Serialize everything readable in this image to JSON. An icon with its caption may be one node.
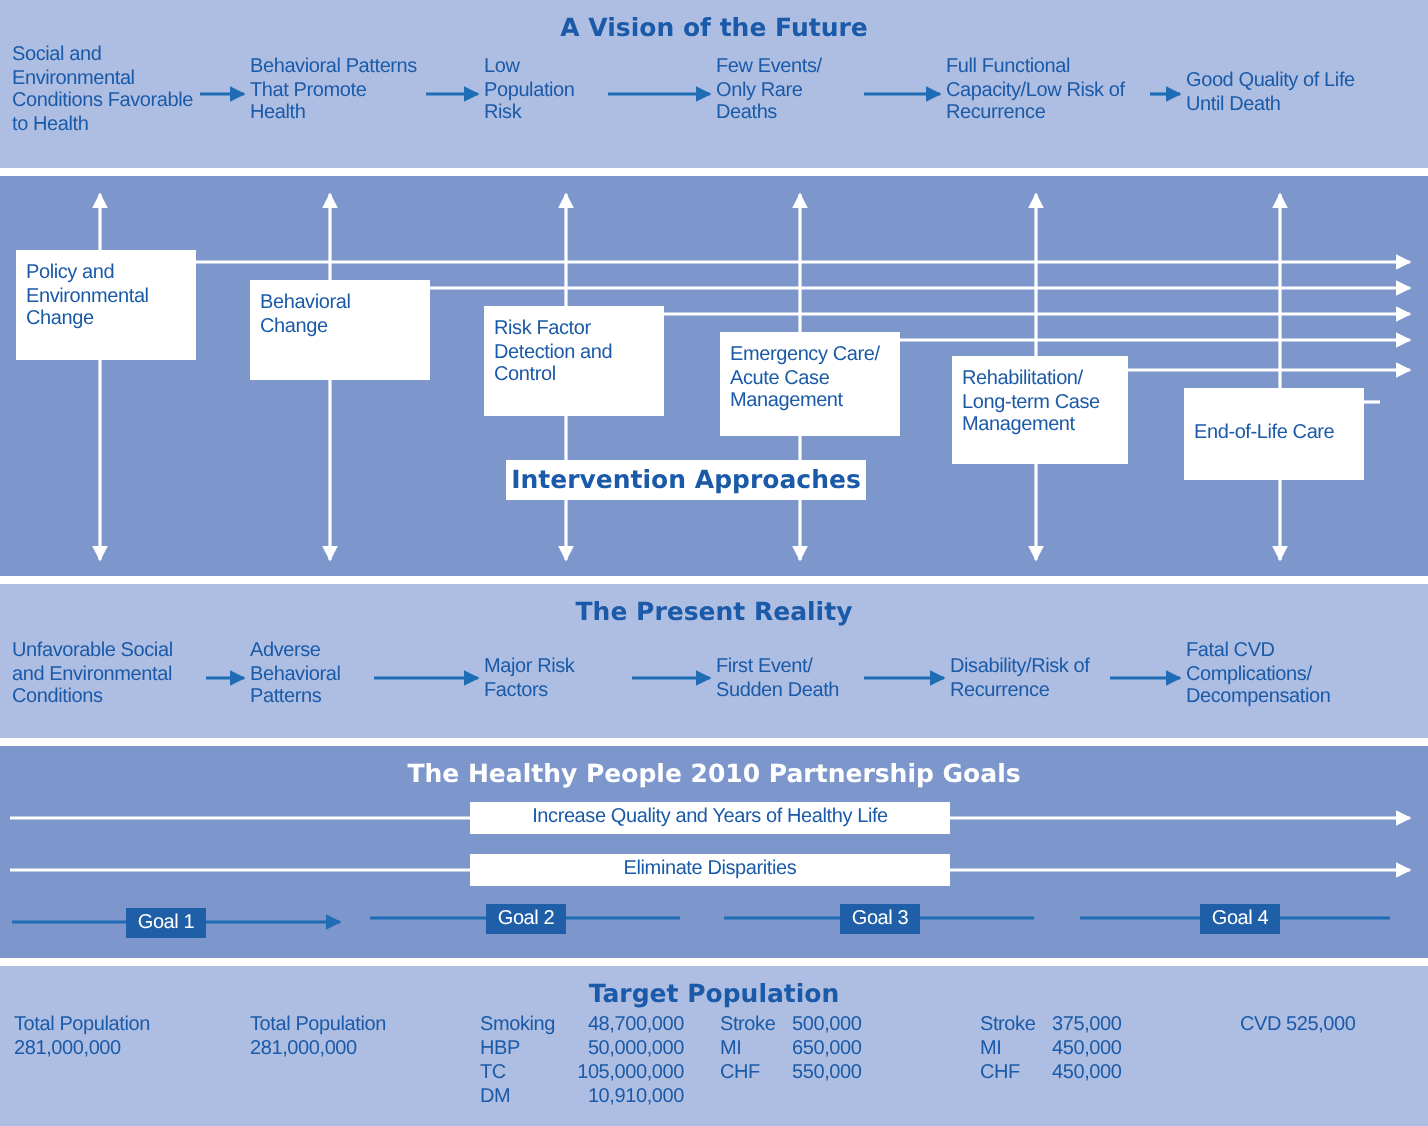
{
  "diagram": {
    "nodes": [
      {
        "text": [
          "A Vision of the Future"
        ]
      },
      {
        "text": [
          "Social and Environmental Conditions Favorable to Health"
        ],
        "in": 0
      },
      {
        "text": [
          "Behavioral Patterns That Promote Health"
        ],
        "in": 0
      },
      {
        "text": [
          "Low Population Risk"
        ],
        "in": 0
      },
      {
        "text": [
          "Few Events/ Only Rare Deaths"
        ],
        "in": 0
      },
      {
        "text": [
          "Full Functional Capacity/Low Risk of Recurrence"
        ],
        "in": 0
      },
      {
        "text": [
          "Good Quality of Life Until Death"
        ],
        "in": 0
      },
      {
        "text": [
          "Intervention Approaches"
        ]
      },
      {
        "text": [
          "Policy and Environmental Change"
        ],
        "in": 7
      },
      {
        "text": [
          "Behavioral Change"
        ],
        "in": 7
      },
      {
        "text": [
          "Risk Factor Detection and Control"
        ],
        "in": 7
      },
      {
        "text": [
          "Emergency Care/ Acute Case Management"
        ],
        "in": 7
      },
      {
        "text": [
          "Rehabilitation/ Long-term Case Management"
        ],
        "in": 7
      },
      {
        "text": [
          "End-of-Life Care"
        ],
        "in": 7
      },
      {
        "text": [
          "The Present Reality"
        ]
      },
      {
        "text": [
          "Unfavorable Social and Environmental Conditions"
        ],
        "in": 14
      },
      {
        "text": [
          "Adverse Behavioral Patterns"
        ],
        "in": 14
      },
      {
        "text": [
          "Major Risk Factors"
        ],
        "in": 14
      },
      {
        "text": [
          "First Event/ Sudden Death"
        ],
        "in": 14
      },
      {
        "text": [
          "Disability/Risk of Recurrence"
        ],
        "in": 14
      },
      {
        "text": [
          "Fatal CVD Complications/ Decompensation"
        ],
        "in": 14
      },
      {
        "text": [
          "The Healthy People 2010 Partnership Goals"
        ]
      },
      {
        "text": [
          "Increase Quality and Years of Healthy Life"
        ],
        "in": 21
      },
      {
        "text": [
          "Eliminate Disparities"
        ],
        "in": 21
      },
      {
        "text": [
          "Goal 1"
        ],
        "in": 21
      },
      {
        "text": [
          "Goal 2"
        ],
        "in": 21
      },
      {
        "text": [
          "Goal 3"
        ],
        "in": 21
      },
      {
        "text": [
          "Goal 4"
        ],
        "in": 21
      },
      {
        "text": [
          "Target Population"
        ]
      }
    ],
    "edges": [
      {
        "from": 1,
        "to": 2,
        "arrow": "to",
        "color": "#1f6db5"
      },
      {
        "from": 2,
        "to": 3,
        "arrow": "to",
        "color": "#1f6db5"
      },
      {
        "from": 3,
        "to": 4,
        "arrow": "to",
        "color": "#1f6db5"
      },
      {
        "from": 4,
        "to": 5,
        "arrow": "to",
        "color": "#1f6db5"
      },
      {
        "from": 5,
        "to": 6,
        "arrow": "to",
        "color": "#1f6db5"
      },
      {
        "from": 8,
        "to": 0,
        "arrow": "to"
      },
      {
        "from": 8,
        "to": 14,
        "arrow": "to"
      },
      {
        "from": 8,
        "to": null,
        "arrow": "to"
      },
      {
        "from": 9,
        "to": 0,
        "arrow": "to"
      },
      {
        "from": 9,
        "to": 14,
        "arrow": "to"
      },
      {
        "from": 9,
        "to": null,
        "arrow": "to"
      },
      {
        "from": 10,
        "to": 0,
        "arrow": "to"
      },
      {
        "from": 10,
        "to": 14,
        "arrow": "to"
      },
      {
        "from": 10,
        "to": null,
        "arrow": "to"
      },
      {
        "from": 11,
        "to": 0,
        "arrow": "to"
      },
      {
        "from": 11,
        "to": 14,
        "arrow": "to"
      },
      {
        "from": 11,
        "to": null,
        "arrow": "to"
      },
      {
        "from": 12,
        "to": 0,
        "arrow": "to"
      },
      {
        "from": 12,
        "to": 14,
        "arrow": "to"
      },
      {
        "from": 12,
        "to": null,
        "arrow": "to"
      },
      {
        "from": 13,
        "to": 0,
        "arrow": "to"
      },
      {
        "from": 13,
        "to": 14,
        "arrow": "to"
      },
      {
        "from": 13,
        "to": null,
        "arrow": "none"
      },
      {
        "from": 15,
        "to": 16,
        "arrow": "to",
        "color": "#1f6db5"
      },
      {
        "from": 16,
        "to": 17,
        "arrow": "to",
        "color": "#1f6db5"
      },
      {
        "from": 17,
        "to": 18,
        "arrow": "to",
        "color": "#1f6db5"
      },
      {
        "from": 18,
        "to": 19,
        "arrow": "to",
        "color": "#1f6db5"
      },
      {
        "from": 19,
        "to": 20,
        "arrow": "to",
        "color": "#1f6db5"
      },
      {
        "from": null,
        "to": 22,
        "arrow": "none"
      },
      {
        "from": 22,
        "to": null,
        "arrow": "to"
      },
      {
        "from": null,
        "to": 23,
        "arrow": "none"
      },
      {
        "from": 23,
        "to": null,
        "arrow": "to"
      },
      {
        "from": null,
        "to": 24,
        "arrow": "none",
        "color": "#1f6db5"
      },
      {
        "from": 24,
        "to": null,
        "arrow": "to",
        "color": "#1f6db5"
      },
      {
        "from": null,
        "to": 25,
        "arrow": "none",
        "color": "#1f6db5"
      },
      {
        "from": 25,
        "to": null,
        "arrow": "none",
        "color": "#1f6db5"
      },
      {
        "from": null,
        "to": 26,
        "arrow": "none",
        "color": "#1f6db5"
      },
      {
        "from": 26,
        "to": null,
        "arrow": "none",
        "color": "#1f6db5"
      },
      {
        "from": null,
        "to": 27,
        "arrow": "none",
        "color": "#1f6db5"
      },
      {
        "from": 27,
        "to": null,
        "arrow": "none",
        "color": "#1f6db5"
      }
    ],
    "labels": [
      "Total Population",
      "Total Population",
      "Smoking",
      "48,700,000",
      "Stroke",
      "500,000",
      "Stroke",
      "375,000",
      "CVD",
      "525,000",
      "281,000,000",
      "281,000,000",
      "HBP",
      "50,000,000",
      "MI",
      "650,000",
      "MI",
      "450,000",
      "TC",
      "105,000,000",
      "CHF",
      "550,000",
      "CHF",
      "450,000",
      "DM",
      "10,910,000"
    ]
  }
}
